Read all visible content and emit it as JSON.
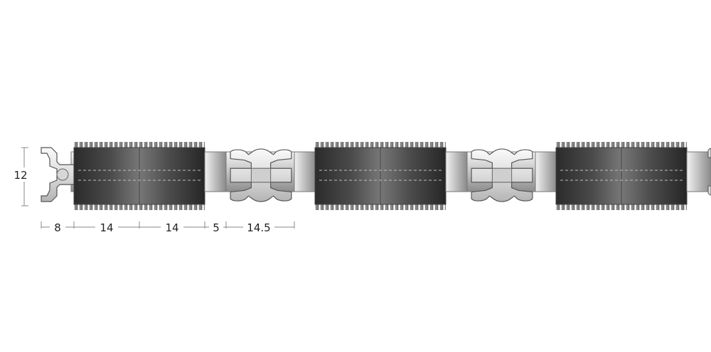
{
  "diagram": {
    "height_dimension": {
      "label": "12"
    },
    "width_dimensions": [
      {
        "label": "8"
      },
      {
        "label": "14"
      },
      {
        "label": "14"
      },
      {
        "label": "5"
      },
      {
        "label": "14.5"
      }
    ],
    "colors": {
      "rubber_dark": "#2e2e2e",
      "rubber_mid": "#6a6a6a",
      "metal_light": "#e8e8e8",
      "metal_shade": "#a8a8a8",
      "outline": "#555555",
      "dimension_line": "#888888"
    }
  }
}
